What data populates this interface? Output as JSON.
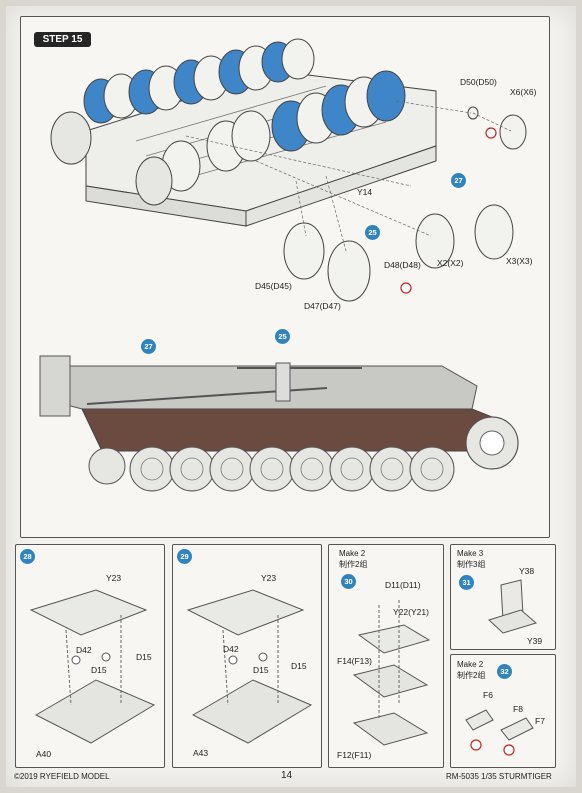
{
  "step": {
    "title": "STEP 15"
  },
  "main_assembly": {
    "callouts": [
      "27",
      "25"
    ],
    "labels": {
      "d50": "D50(D50)",
      "x6": "X6(X6)",
      "y14": "Y14",
      "d48": "D48(D48)",
      "x2": "X2(X2)",
      "x3": "X3(X3)",
      "d45": "D45(D45)",
      "d47": "D47(D47)"
    }
  },
  "side_view": {
    "callouts": [
      "27",
      "25"
    ]
  },
  "sub28": {
    "callout": "28",
    "labels": {
      "y23": "Y23",
      "d42": "D42",
      "d15a": "D15",
      "d15b": "D15",
      "a40": "A40"
    }
  },
  "sub29": {
    "callout": "29",
    "labels": {
      "y23": "Y23",
      "d42": "D42",
      "d15a": "D15",
      "d15b": "D15",
      "a43": "A43"
    }
  },
  "sub30": {
    "make": "Make 2",
    "make_cn": "制作2组",
    "callout": "30",
    "labels": {
      "d11": "D11(D11)",
      "y22": "Y22(Y21)",
      "f14": "F14(F13)",
      "f12": "F12(F11)"
    }
  },
  "sub31": {
    "make": "Make 3",
    "make_cn": "制作3组",
    "callout": "31",
    "labels": {
      "y38": "Y38",
      "y39": "Y39"
    }
  },
  "sub32": {
    "make": "Make 2",
    "make_cn": "制作2组",
    "callout": "32",
    "labels": {
      "f6": "F6",
      "f8": "F8",
      "f7": "F7"
    }
  },
  "footer": {
    "copyright": "©2019 RYEFIELD MODEL",
    "page": "14",
    "product": "RM-5035 1/35 STURMTIGER"
  },
  "colors": {
    "highlight_blue": "#2f84c0",
    "hull_grey": "#c8c8c4",
    "hull_brown": "#6b4a40"
  }
}
